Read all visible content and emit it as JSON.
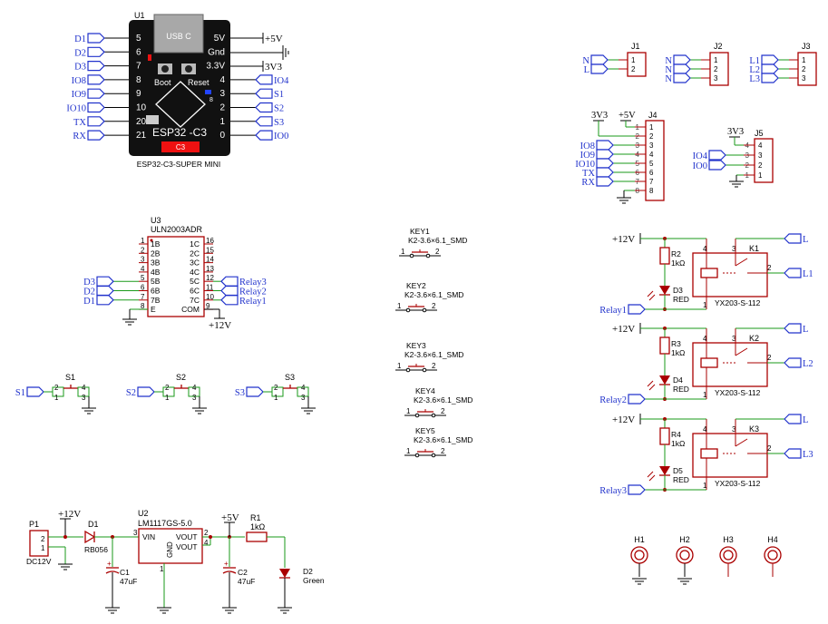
{
  "u1": {
    "ref": "U1",
    "usb": "USB C",
    "boot": "Boot",
    "reset": "Reset",
    "title": "ESP32 -C3",
    "badge": "C3",
    "value": "ESP32-C3-SUPER MINI",
    "led_pin": "8",
    "left_nets": [
      "D1",
      "D2",
      "D3",
      "IO8",
      "IO9",
      "IO10",
      "TX",
      "RX"
    ],
    "left_pins": [
      "5",
      "6",
      "7",
      "8",
      "9",
      "10",
      "20",
      "21"
    ],
    "right_pins": [
      "5V",
      "Gnd",
      "3.3V",
      "4",
      "3",
      "2",
      "1",
      "0"
    ],
    "right_nets": [
      "IO4",
      "S1",
      "S2",
      "S3",
      "IO0"
    ],
    "pwr_5v": "+5V",
    "pwr_3v3": "3V3"
  },
  "u3": {
    "ref": "U3",
    "value": "ULN2003ADR",
    "left_pins": [
      "1",
      "2",
      "3",
      "4",
      "5",
      "6",
      "7",
      "8"
    ],
    "left_labels": [
      "1B",
      "2B",
      "3B",
      "4B",
      "5B",
      "6B",
      "7B",
      "E"
    ],
    "right_pins": [
      "16",
      "15",
      "14",
      "13",
      "12",
      "11",
      "10",
      "9"
    ],
    "right_labels": [
      "1C",
      "2C",
      "3C",
      "4C",
      "5C",
      "6C",
      "7C",
      "COM"
    ],
    "in_nets": [
      "D3",
      "D2",
      "D1"
    ],
    "out_nets": [
      "Relay3",
      "Relay2",
      "Relay1"
    ],
    "pwr": "+12V"
  },
  "switches": [
    {
      "ref": "S1",
      "net": "S1",
      "p": [
        "1",
        "2",
        "3",
        "4"
      ]
    },
    {
      "ref": "S2",
      "net": "S2",
      "p": [
        "1",
        "2",
        "3",
        "4"
      ]
    },
    {
      "ref": "S3",
      "net": "S3",
      "p": [
        "1",
        "2",
        "3",
        "4"
      ]
    }
  ],
  "keys": [
    {
      "ref": "KEY1",
      "value": "K2-3.6×6.1_SMD",
      "p": [
        "1",
        "2"
      ]
    },
    {
      "ref": "KEY2",
      "value": "K2-3.6×6.1_SMD",
      "p": [
        "1",
        "2"
      ]
    },
    {
      "ref": "KEY3",
      "value": "K2-3.6×6.1_SMD",
      "p": [
        "1",
        "2"
      ]
    },
    {
      "ref": "KEY4",
      "value": "K2-3.6×6.1_SMD",
      "p": [
        "1",
        "2"
      ]
    },
    {
      "ref": "KEY5",
      "value": "K2-3.6×6.1_SMD",
      "p": [
        "1",
        "2"
      ]
    }
  ],
  "power": {
    "p1_ref": "P1",
    "p1_value": "DC12V",
    "p1_pins": [
      "2",
      "1"
    ],
    "v12": "+12V",
    "d1_ref": "D1",
    "d1_value": "RB056",
    "c1_ref": "C1",
    "c1_value": "47uF",
    "u2_ref": "U2",
    "u2_value": "LM1117GS-5.0",
    "u2_vin": "VIN",
    "u2_gnd": "GND",
    "u2_vout": "VOUT",
    "u2_pins": [
      "3",
      "1",
      "2",
      "4"
    ],
    "v5": "+5V",
    "c2_ref": "C2",
    "c2_value": "47uF",
    "r1_ref": "R1",
    "r1_value": "1kΩ",
    "d2_ref": "D2",
    "d2_value": "Green"
  },
  "connectors": {
    "j1": {
      "ref": "J1",
      "pins": [
        "1",
        "2"
      ],
      "nets": [
        "N",
        "L"
      ]
    },
    "j2": {
      "ref": "J2",
      "pins": [
        "1",
        "2",
        "3"
      ],
      "nets": [
        "N",
        "N",
        "N"
      ]
    },
    "j3": {
      "ref": "J3",
      "pins": [
        "1",
        "2",
        "3"
      ],
      "nets": [
        "L1",
        "L2",
        "L3"
      ]
    },
    "j4": {
      "ref": "J4",
      "pins": [
        "1",
        "2",
        "3",
        "4",
        "5",
        "6",
        "7",
        "8"
      ],
      "pwr": [
        "3V3",
        "+5V"
      ],
      "nets": [
        "IO8",
        "IO9",
        "IO10",
        "TX",
        "RX"
      ]
    },
    "j5": {
      "ref": "J5",
      "pins": [
        "4",
        "3",
        "2",
        "1"
      ],
      "pwr": "3V3",
      "nets": [
        "IO4",
        "IO0"
      ]
    }
  },
  "relays": [
    {
      "r_ref": "R2",
      "r_value": "1kΩ",
      "d_ref": "D3",
      "d_value": "RED",
      "k_ref": "K1",
      "k_value": "YX203-S-112",
      "net_in": "Relay1",
      "out_l": "L",
      "out_n": "L1",
      "pwr": "+12V",
      "pins": [
        "4",
        "3",
        "2",
        "1"
      ]
    },
    {
      "r_ref": "R3",
      "r_value": "1kΩ",
      "d_ref": "D4",
      "d_value": "RED",
      "k_ref": "K2",
      "k_value": "YX203-S-112",
      "net_in": "Relay2",
      "out_l": "L",
      "out_n": "L2",
      "pwr": "+12V",
      "pins": [
        "4",
        "3",
        "2",
        "1"
      ]
    },
    {
      "r_ref": "R4",
      "r_value": "1kΩ",
      "d_ref": "D5",
      "d_value": "RED",
      "k_ref": "K3",
      "k_value": "YX203-S-112",
      "net_in": "Relay3",
      "out_l": "L",
      "out_n": "L3",
      "pwr": "+12V",
      "pins": [
        "4",
        "3",
        "2",
        "1"
      ]
    }
  ],
  "holes": [
    "H1",
    "H2",
    "H3",
    "H4"
  ]
}
